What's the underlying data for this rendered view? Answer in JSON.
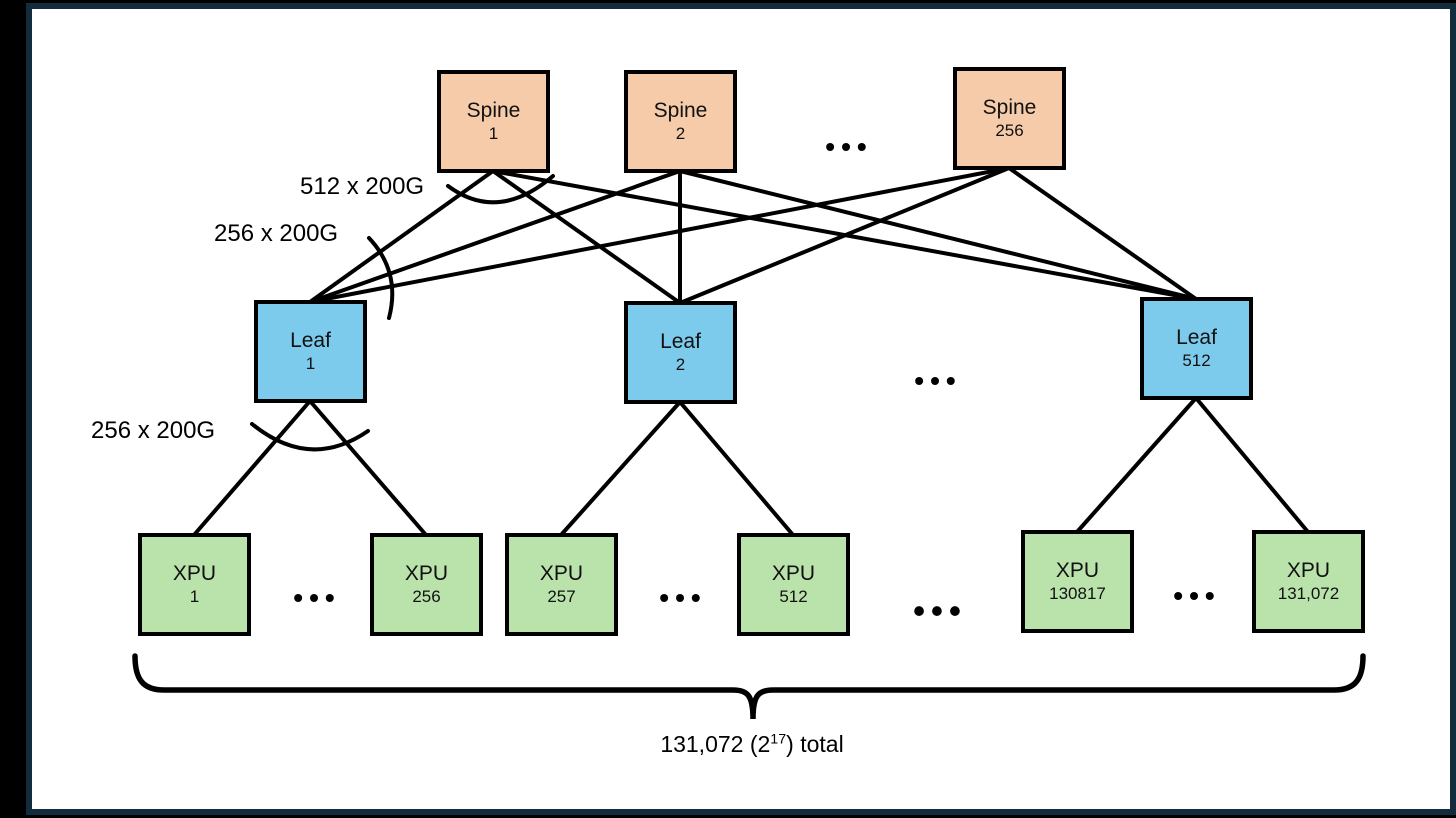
{
  "colors": {
    "backdrop": "#000000",
    "canvas": "#ffffff",
    "frame_border": "#132c3d",
    "line": "#000000",
    "spine_fill": "#f5cba9",
    "leaf_fill": "#7dcbec",
    "xpu_fill": "#bae3ab"
  },
  "nodes": {
    "spines": [
      {
        "type": "Spine",
        "id": "1"
      },
      {
        "type": "Spine",
        "id": "2"
      },
      {
        "type": "Spine",
        "id": "256"
      }
    ],
    "leaves": [
      {
        "type": "Leaf",
        "id": "1"
      },
      {
        "type": "Leaf",
        "id": "2"
      },
      {
        "type": "Leaf",
        "id": "512"
      }
    ],
    "xpus": [
      {
        "type": "XPU",
        "id": "1"
      },
      {
        "type": "XPU",
        "id": "256"
      },
      {
        "type": "XPU",
        "id": "257"
      },
      {
        "type": "XPU",
        "id": "512"
      },
      {
        "type": "XPU",
        "id": "130817"
      },
      {
        "type": "XPU",
        "id": "131,072"
      }
    ]
  },
  "link_labels": {
    "spine_downlinks": "512 x 200G",
    "leaf_uplinks": "256 x 200G",
    "leaf_downlinks": "256 x 200G"
  },
  "ellipsis": "•••",
  "total": {
    "prefix": "131,072 (2",
    "superscript": "17",
    "suffix": ") total"
  }
}
